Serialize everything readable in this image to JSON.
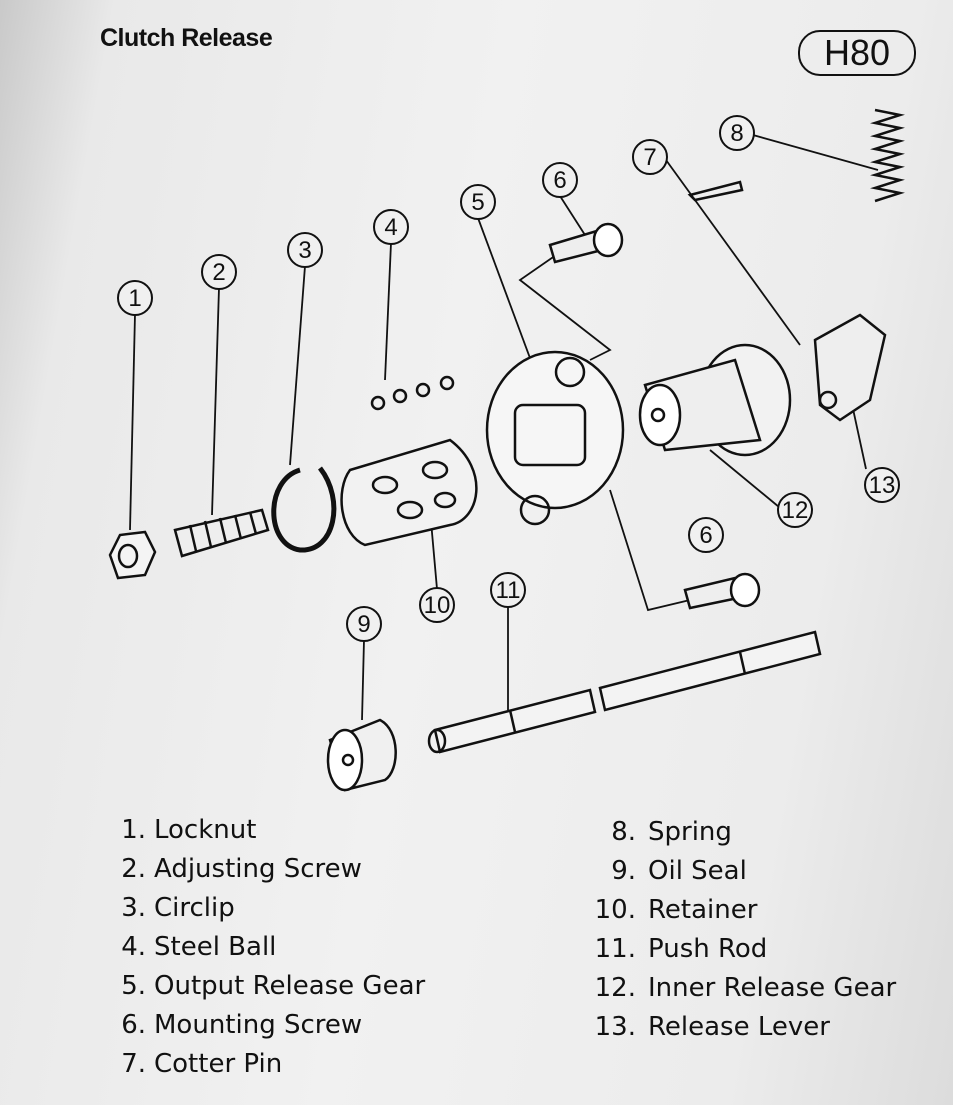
{
  "header": {
    "title": "Clutch Release",
    "page_code": "H80"
  },
  "diagram": {
    "callouts": [
      "1",
      "2",
      "3",
      "4",
      "5",
      "6",
      "7",
      "8",
      "9",
      "10",
      "11",
      "12",
      "13",
      "6"
    ]
  },
  "legend": {
    "left": [
      {
        "num": "1.",
        "label": "Locknut"
      },
      {
        "num": "2.",
        "label": "Adjusting Screw"
      },
      {
        "num": "3.",
        "label": "Circlip"
      },
      {
        "num": "4.",
        "label": "Steel Ball"
      },
      {
        "num": "5.",
        "label": "Output Release Gear"
      },
      {
        "num": "6.",
        "label": "Mounting Screw"
      },
      {
        "num": "7.",
        "label": "Cotter Pin"
      }
    ],
    "right": [
      {
        "num": "8.",
        "label": "Spring"
      },
      {
        "num": "9.",
        "label": "Oil Seal"
      },
      {
        "num": "10.",
        "label": "Retainer"
      },
      {
        "num": "11.",
        "label": "Push Rod"
      },
      {
        "num": "12.",
        "label": "Inner Release Gear"
      },
      {
        "num": "13.",
        "label": "Release Lever"
      }
    ]
  }
}
